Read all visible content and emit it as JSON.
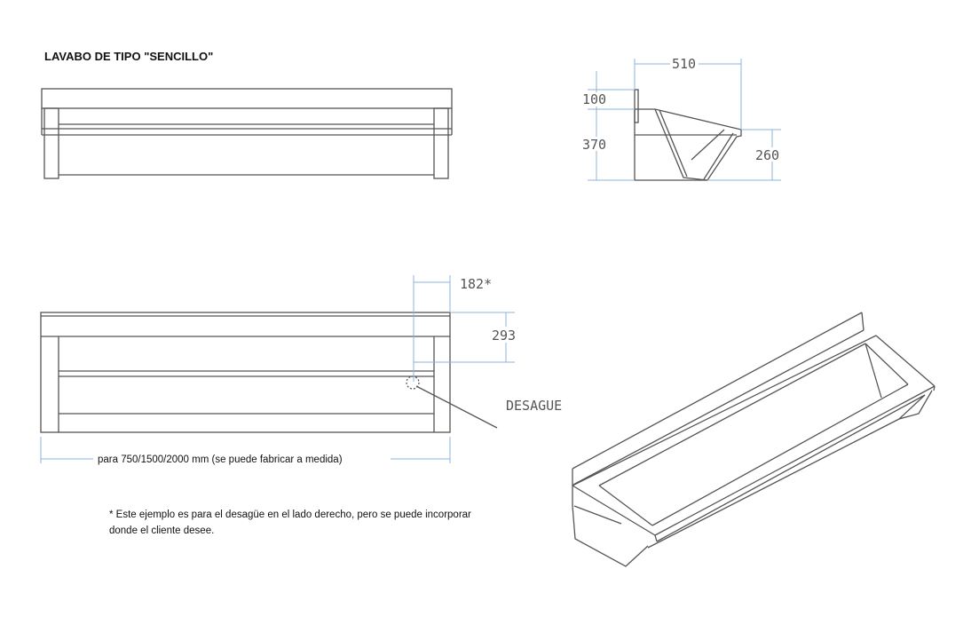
{
  "title": "LAVABO DE TIPO \"SENCILLO\"",
  "side_view": {
    "width_dim": "510",
    "backsplash_dim": "100",
    "height_dim": "370",
    "front_height_dim": "260"
  },
  "front_view": {
    "drain_offset_dim": "182*",
    "drain_height_dim": "293",
    "drain_label": "DESAGUE",
    "length_note": "para 750/1500/2000 mm (se puede fabricar a medida)"
  },
  "footnote": [
    "* Este ejemplo es para el desagüe en el lado derecho, pero se puede incorporar",
    "donde el cliente desee."
  ],
  "colors": {
    "dimension_line": "#8fb3d9",
    "drawing_line": "#555555"
  }
}
